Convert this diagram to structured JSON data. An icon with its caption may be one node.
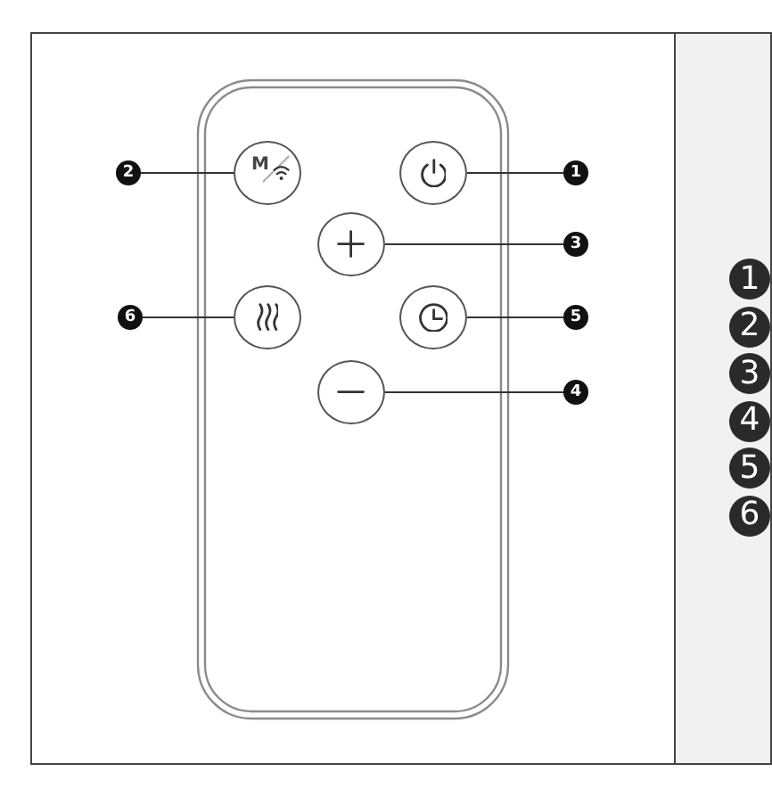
{
  "diagram": {
    "nodes": [
      {
        "text": [
          "2"
        ]
      },
      {
        "text": [
          "M"
        ]
      },
      {
        "text": [],
        "shape": "circle"
      },
      {
        "text": [
          "1"
        ]
      },
      {
        "text": [],
        "shape": "circle"
      },
      {
        "text": [
          "3"
        ]
      },
      {
        "text": [
          "6"
        ]
      },
      {
        "text": [],
        "shape": "circle"
      },
      {
        "text": [],
        "shape": "circle"
      },
      {
        "text": [
          "5"
        ]
      },
      {
        "text": [],
        "shape": "circle"
      },
      {
        "text": [
          "4"
        ]
      }
    ],
    "edges": [
      {
        "from": 0,
        "to": 1,
        "arrow": "none"
      },
      {
        "from": 3,
        "to": 2,
        "arrow": "none"
      },
      {
        "from": 5,
        "to": 4,
        "arrow": "none"
      },
      {
        "from": 6,
        "to": 7,
        "arrow": "none"
      },
      {
        "from": 9,
        "to": 8,
        "arrow": "none"
      },
      {
        "from": 11,
        "to": 10,
        "arrow": "none"
      }
    ],
    "labels": [
      "1",
      "2",
      "3",
      "4",
      "5",
      "6"
    ]
  }
}
